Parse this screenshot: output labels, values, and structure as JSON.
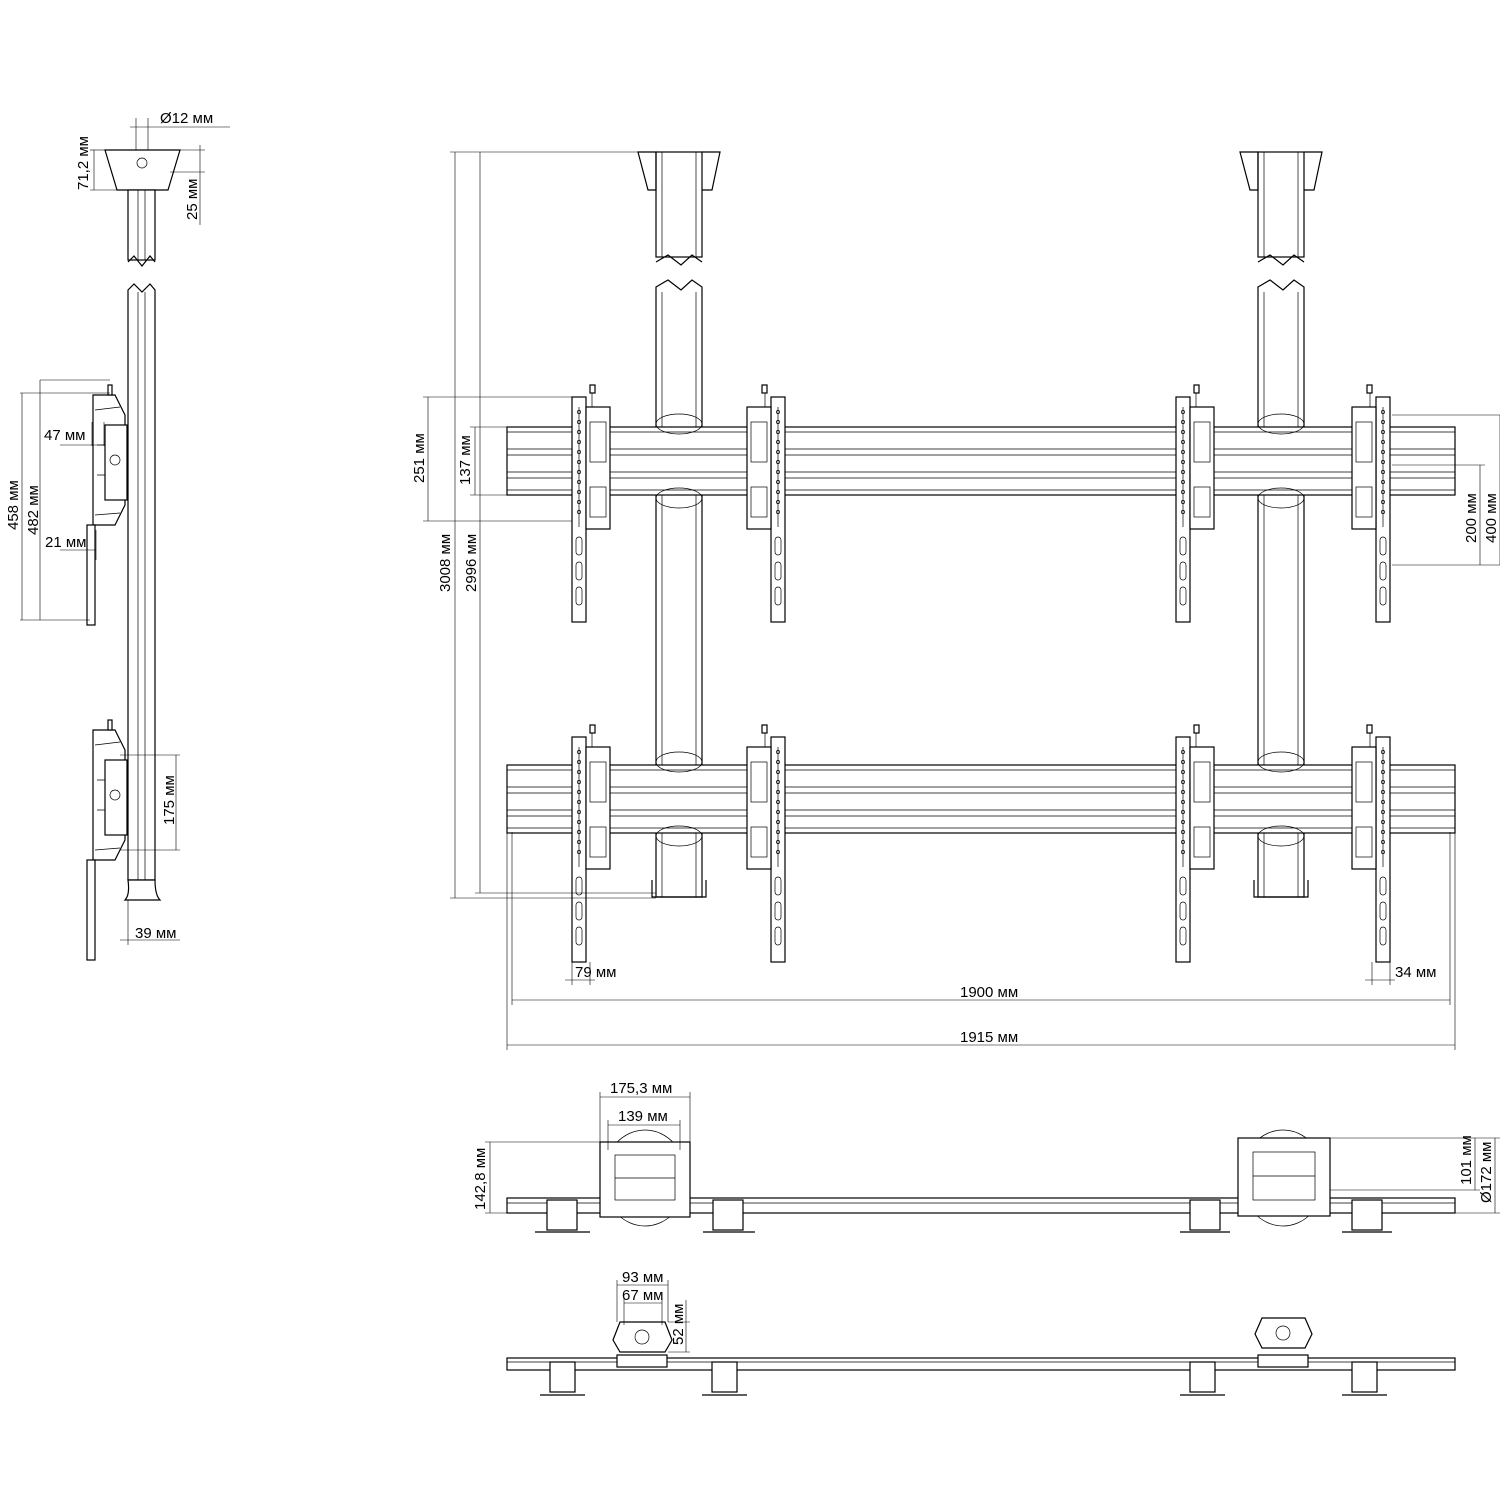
{
  "dimensions": {
    "side_view": {
      "bolt_diameter": "Ø12 мм",
      "cap_height": "71,2 мм",
      "cap_offset": "25 мм",
      "bracket_depth": "47 мм",
      "bracket_height_458": "458 мм",
      "bracket_height_482": "482 мм",
      "bracket_offset": "21 мм",
      "lower_span": "175 мм",
      "foot_width": "39 мм"
    },
    "front_view": {
      "height_251": "251 мм",
      "height_137": "137 мм",
      "total_height_3008": "3008 мм",
      "total_height_2996": "2996 мм",
      "vesa_200": "200 мм",
      "vesa_400": "400 мм",
      "bracket_width_79": "79 мм",
      "bracket_width_34": "34 мм",
      "rail_length_1900": "1900 мм",
      "rail_length_1915": "1915 мм"
    },
    "top_view_1": {
      "width_175_3": "175,3 мм",
      "width_139": "139 мм",
      "depth_142_8": "142,8 мм",
      "depth_101": "101 мм",
      "diameter_172": "Ø172 мм"
    },
    "top_view_2": {
      "width_93": "93 мм",
      "width_67": "67 мм",
      "depth_52": "52 мм"
    }
  }
}
